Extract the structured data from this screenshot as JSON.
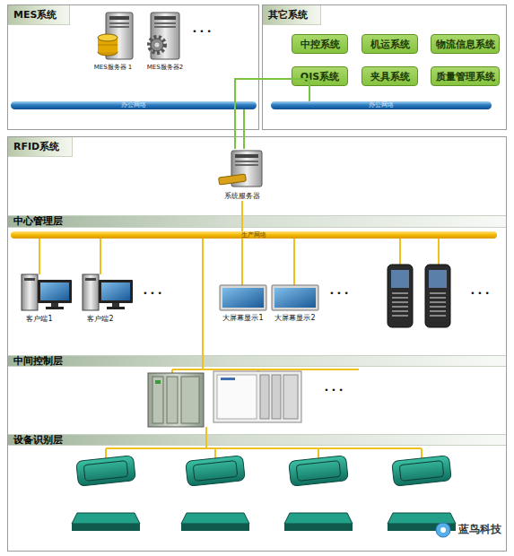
{
  "diagram": {
    "nodes": [
      {
        "text": [
          "MES系统"
        ]
      },
      {
        "text": [
          "办公网络"
        ],
        "in": 0
      },
      {
        "text": [
          "其它系统"
        ]
      },
      {
        "text": [
          "中控系统"
        ],
        "in": 2
      },
      {
        "text": [
          "机运系统"
        ],
        "in": 2
      },
      {
        "text": [
          "物流信息系统"
        ],
        "in": 2
      },
      {
        "text": [
          "QIS系统"
        ],
        "in": 2
      },
      {
        "text": [
          "夹具系统"
        ],
        "in": 2
      },
      {
        "text": [
          "质量管理系统"
        ],
        "in": 2
      },
      {
        "text": [
          "办公网络"
        ],
        "in": 2
      },
      {
        "text": [
          "RFID系统"
        ]
      },
      {
        "text": [
          "系统服务器"
        ],
        "in": 10
      },
      {
        "text": [
          "中心管理层"
        ],
        "in": 10
      },
      {
        "text": [
          "生产网络"
        ],
        "in": 10
      },
      {
        "text": [
          "中间控制层"
        ],
        "in": 10
      },
      {
        "text": [
          "设备识别层"
        ],
        "in": 10
      }
    ],
    "edges": [
      {
        "from": 11,
        "to": 1,
        "arrow": "none"
      },
      {
        "from": 11,
        "to": 9,
        "arrow": "none"
      },
      {
        "from": 11,
        "to": 13,
        "arrow": "none"
      }
    ],
    "labels": [
      "MES服务器 1",
      "MES服务器2",
      "• • •",
      "客户端1",
      "客户端2",
      "• • •",
      "大屏幕显示1",
      "大屏幕显示2",
      "• • •",
      "• • •",
      "• • •",
      "蓝鸟科技"
    ]
  }
}
